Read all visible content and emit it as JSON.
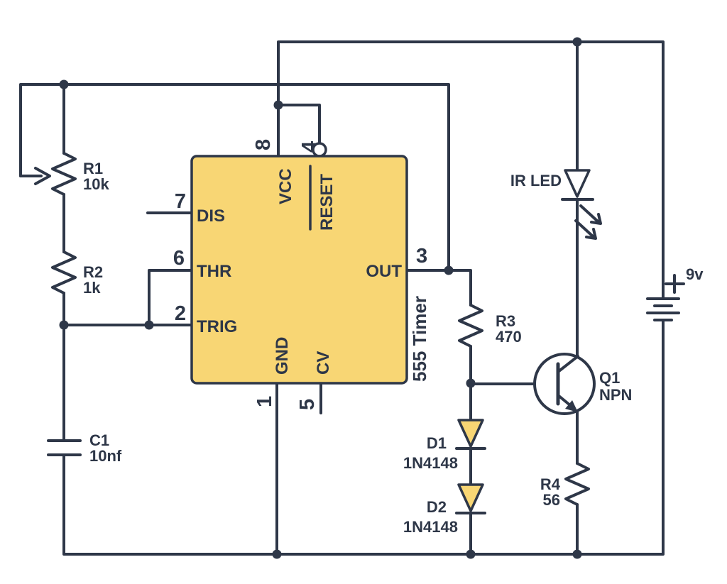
{
  "diagram": {
    "type": "circuit-schematic",
    "chip": {
      "label": "555 Timer",
      "pins": {
        "vcc": {
          "number": "8",
          "label": "VCC"
        },
        "reset": {
          "number": "4",
          "label": "RESET"
        },
        "dis": {
          "number": "7",
          "label": "DIS"
        },
        "thr": {
          "number": "6",
          "label": "THR"
        },
        "trig": {
          "number": "2",
          "label": "TRIG"
        },
        "out": {
          "number": "3",
          "label": "OUT"
        },
        "gnd": {
          "number": "1",
          "label": "GND"
        },
        "cv": {
          "number": "5",
          "label": "CV"
        }
      }
    },
    "components": {
      "r1": {
        "name": "R1",
        "value": "10k"
      },
      "r2": {
        "name": "R2",
        "value": "1k"
      },
      "r3": {
        "name": "R3",
        "value": "470"
      },
      "r4": {
        "name": "R4",
        "value": "56"
      },
      "c1": {
        "name": "C1",
        "value": "10nf"
      },
      "d1": {
        "name": "D1",
        "value": "1N4148"
      },
      "d2": {
        "name": "D2",
        "value": "1N4148"
      },
      "q1": {
        "name": "Q1",
        "value": "NPN"
      },
      "ir_led": {
        "name": "IR LED"
      },
      "battery": {
        "value": "9v"
      }
    }
  },
  "colors": {
    "wire": "#2e3748",
    "chip-fill": "#f8d674",
    "text": "#2e3748",
    "background": "#ffffff"
  }
}
